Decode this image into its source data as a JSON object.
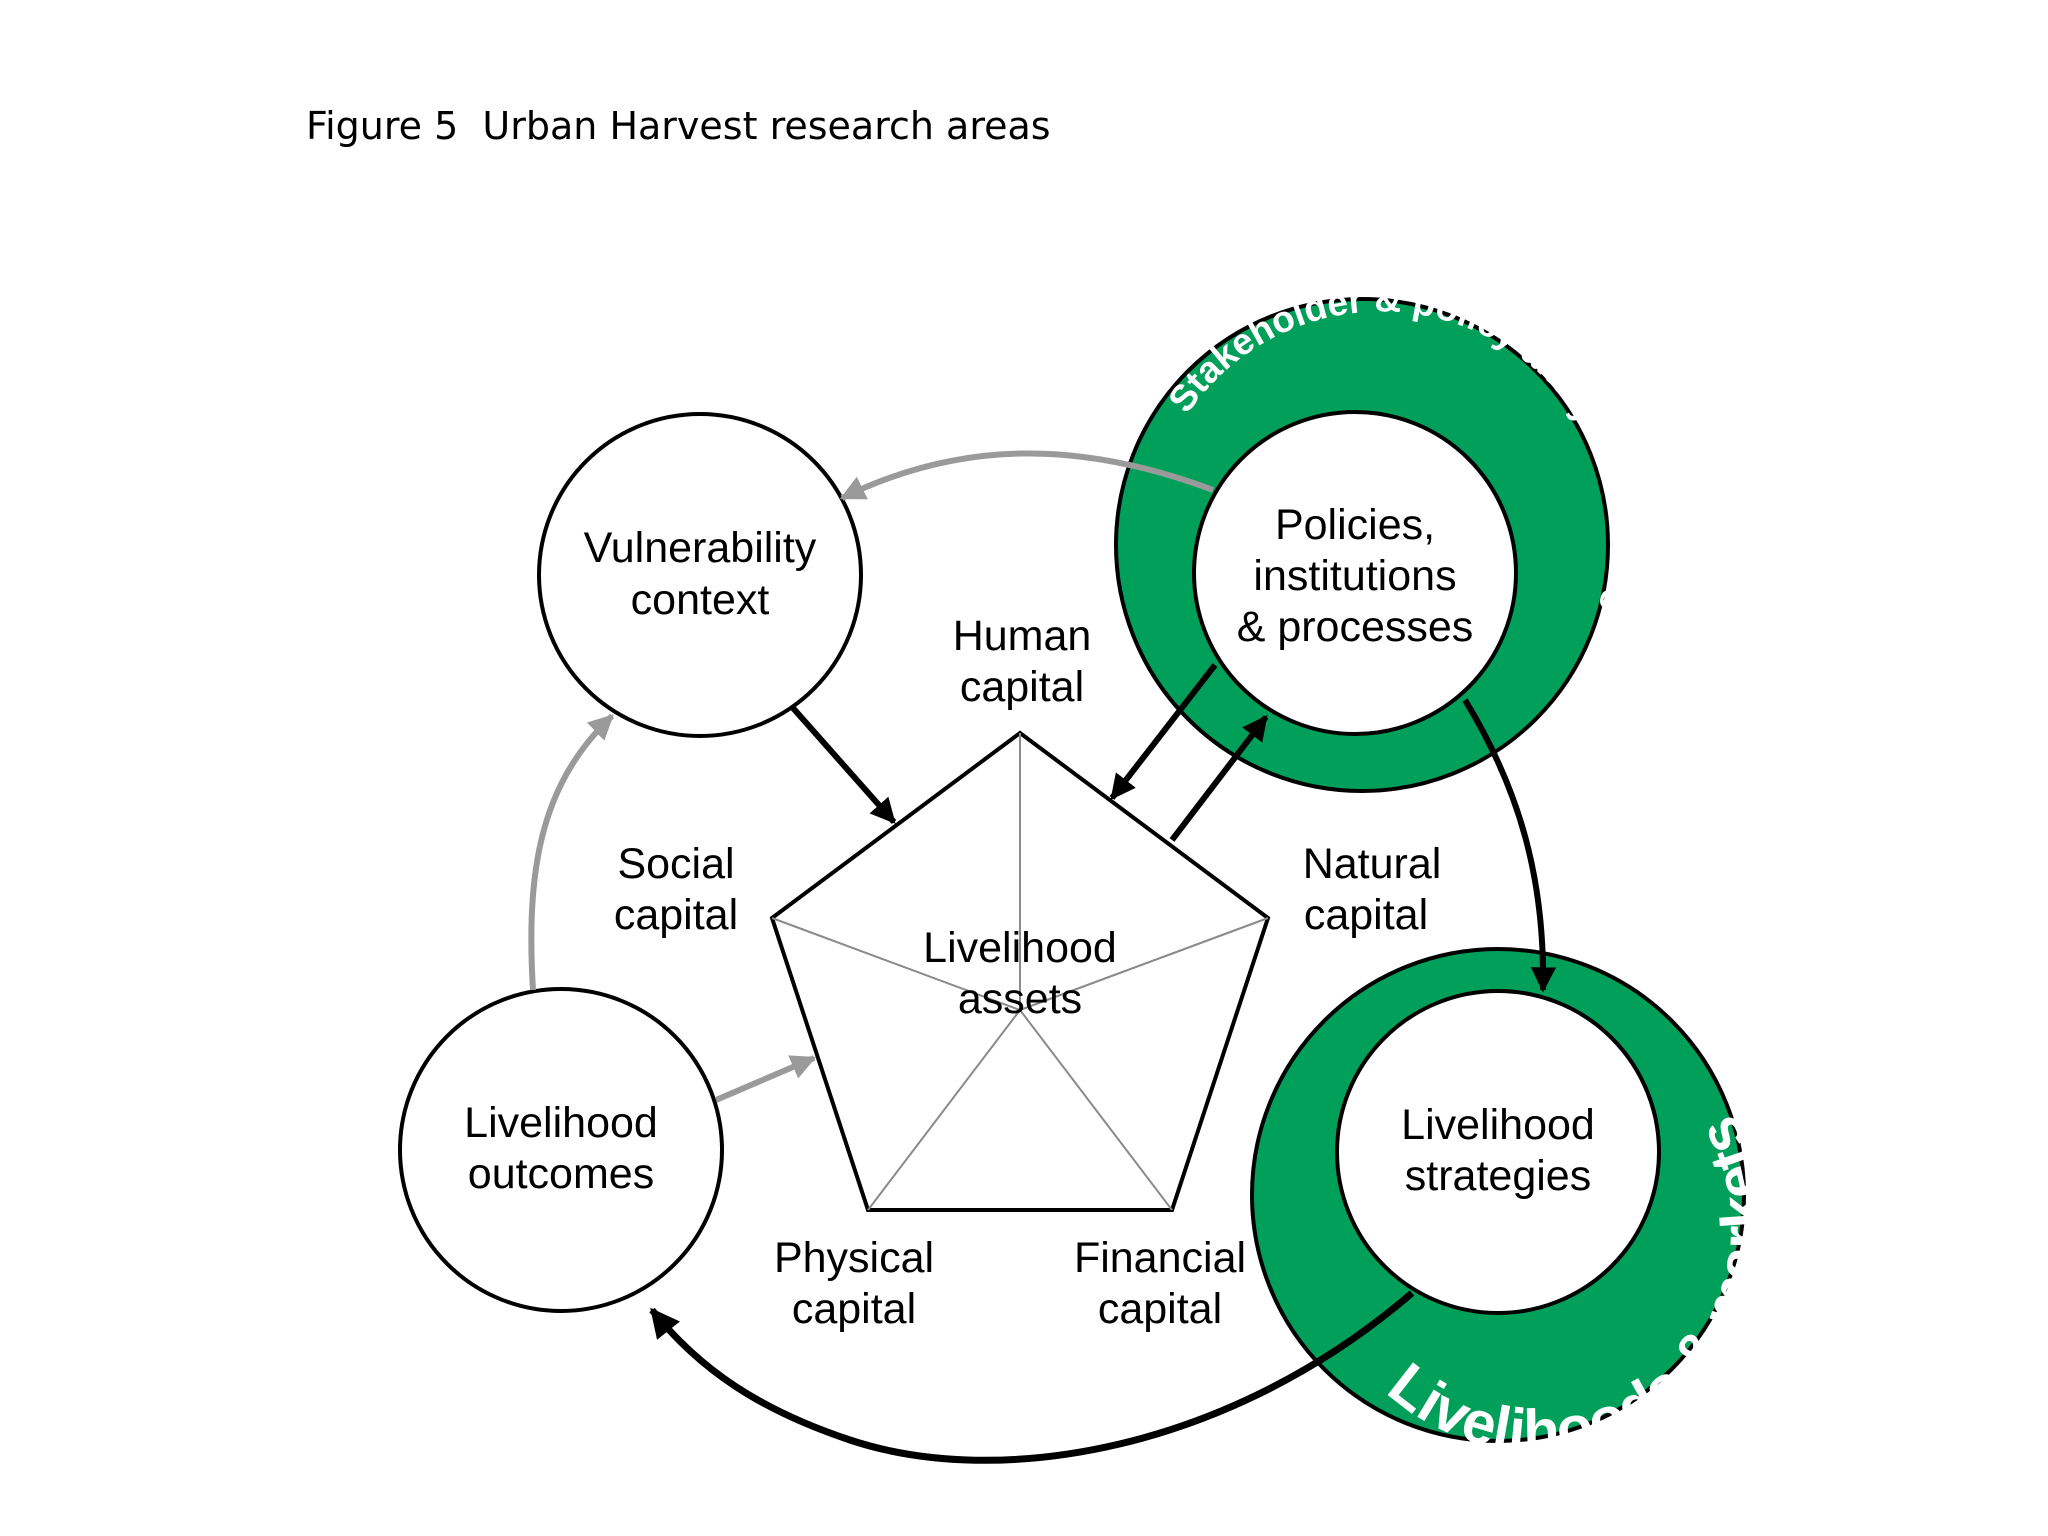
{
  "figure": {
    "caption": "Figure 5  Urban Harvest research areas"
  },
  "nodes": {
    "vulnerability": {
      "line1": "Vulnerability",
      "line2": "context"
    },
    "policies": {
      "line1": "Policies,",
      "line2": "institutions",
      "line3": "& processes"
    },
    "strategies": {
      "line1": "Livelihood",
      "line2": "strategies"
    },
    "outcomes": {
      "line1": "Livelihood",
      "line2": "outcomes"
    },
    "assets": {
      "line1": "Livelihood",
      "line2": "assets"
    }
  },
  "capitals": {
    "human": {
      "line1": "Human",
      "line2": "capital"
    },
    "social": {
      "line1": "Social",
      "line2": "capital"
    },
    "natural": {
      "line1": "Natural",
      "line2": "capital"
    },
    "physical": {
      "line1": "Physical",
      "line2": "capital"
    },
    "financial": {
      "line1": "Financial",
      "line2": "capital"
    }
  },
  "rings": {
    "policy": {
      "label": "Stakeholder & policy analysis / dialogue",
      "color": "#00a05a"
    },
    "markets": {
      "label": "Livelihoods & markets",
      "color": "#00a05a"
    }
  },
  "colors": {
    "arrow_primary": "#000000",
    "arrow_secondary": "#9a9a9a",
    "spoke": "#8a8a8a"
  }
}
